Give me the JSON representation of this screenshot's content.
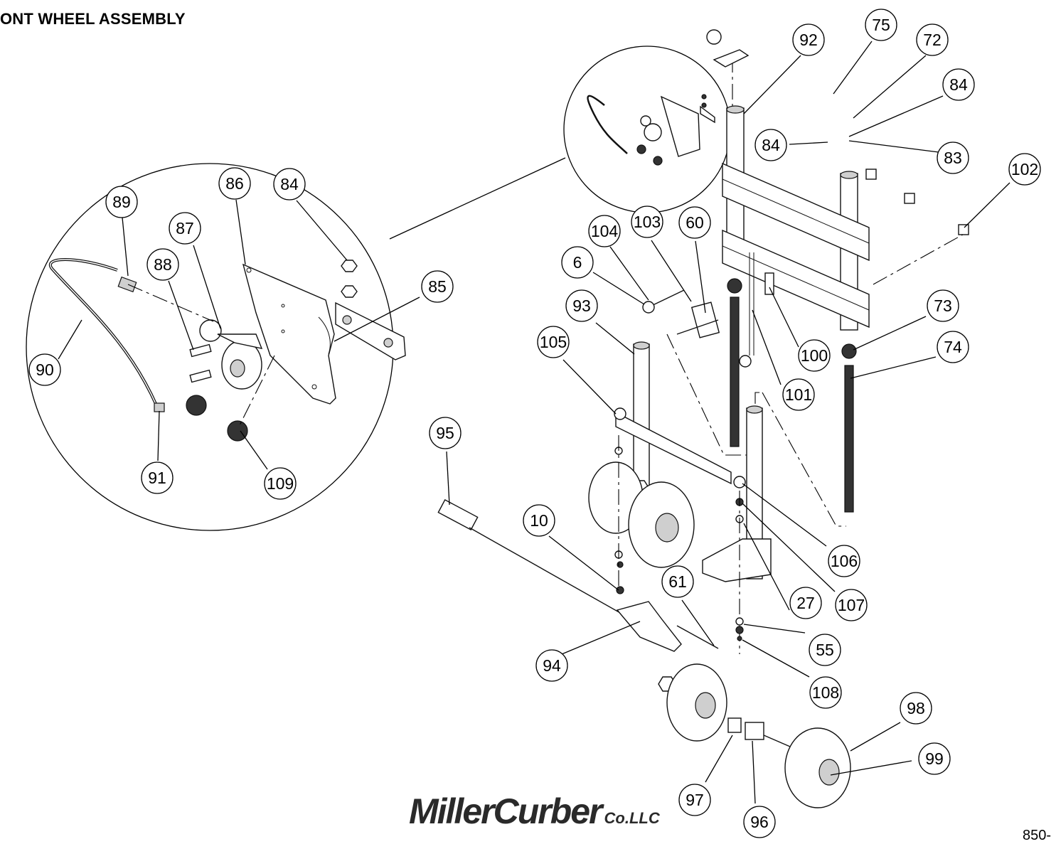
{
  "title": "ONT WHEEL ASSEMBLY",
  "logo": {
    "main": "MillerCurber",
    "suffix": "Co.LLC"
  },
  "doc_number": "850-",
  "callouts": [
    "89",
    "86",
    "84",
    "87",
    "88",
    "85",
    "90",
    "91",
    "109",
    "92",
    "75",
    "72",
    "84",
    "84",
    "83",
    "102",
    "104",
    "103",
    "60",
    "6",
    "93",
    "105",
    "100",
    "73",
    "74",
    "101",
    "95",
    "10",
    "106",
    "107",
    "27",
    "61",
    "55",
    "94",
    "108",
    "98",
    "99",
    "97",
    "96"
  ]
}
